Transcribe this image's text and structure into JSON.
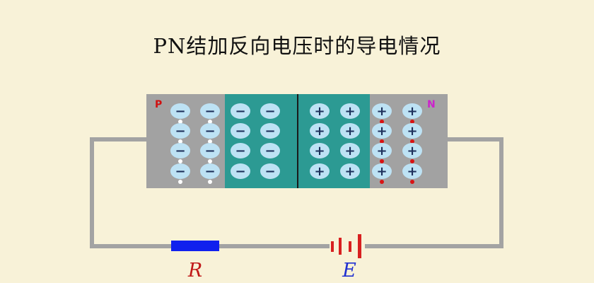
{
  "title": "PN结加反向电压时的导电情况",
  "labels": {
    "p_region": "P",
    "n_region": "N",
    "resistor": "R",
    "battery": "E"
  },
  "ions": {
    "negative": "−",
    "positive": "+"
  },
  "colors": {
    "background": "#f8f2d8",
    "wire": "#a3a3a3",
    "p_neutral": "#a2a2a2",
    "depletion": "#2c9a93",
    "n_neutral": "#a2a2a2",
    "ion_fill": "#bde2f4",
    "ion_sign": "#1c2f5a",
    "hole_dot": "#ffffff",
    "electron_dot": "#d81414",
    "resistor": "#1020ee",
    "battery": "#d82020",
    "p_label": "#d01010",
    "n_label": "#cc22cc",
    "r_label": "#c01818",
    "e_label": "#2030d0"
  }
}
